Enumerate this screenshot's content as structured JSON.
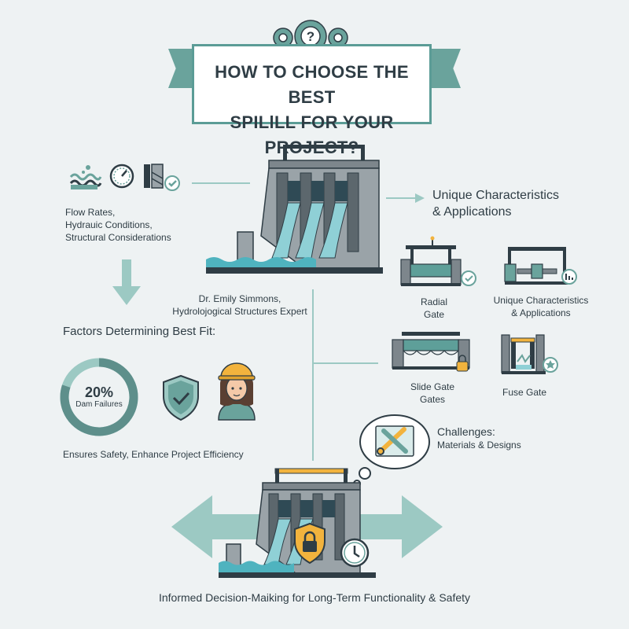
{
  "title": {
    "line1": "HOW TO CHOOSE THE BEST",
    "line2": "SPILlLL FOR YOUR PROJECT?"
  },
  "factors_input": {
    "line1": "Flow Rates,",
    "line2": "Hydrauic Conditions,",
    "line3": "Structural Considerations"
  },
  "expert": {
    "name": "Dr. Emily Simmons,",
    "role": "Hydrolojogical Structures Expert"
  },
  "unique": {
    "line1": "Unique Characteristics",
    "line2": "& Applications"
  },
  "gates": [
    {
      "line1": "Radial",
      "line2": "Gate"
    },
    {
      "line1": "Unique Characteristics",
      "line2": "& Applications"
    },
    {
      "line1": "Slide Gate",
      "line2": "Gates"
    },
    {
      "line1": "Fuse Gate",
      "line2": ""
    }
  ],
  "factors_heading": "Factors Determining Best Fit:",
  "stat": {
    "value": "20%",
    "label": "Dam Failures",
    "fraction": 0.8
  },
  "ensures": "Ensures Safety, Enhance Project Efficiency",
  "challenges": {
    "title": "Challenges:",
    "subtitle": "Materials & Designs"
  },
  "footer": "Informed Decision-Maiking for Long-Term Functionality & Safety",
  "icons": [
    "gear-icon",
    "question-icon",
    "water-wave-icon",
    "gauge-icon",
    "structure-check-icon",
    "shield-check-icon",
    "engineer-avatar-icon",
    "tools-icon",
    "lock-shield-icon",
    "clock-icon"
  ],
  "colors": {
    "teal": "#6aa39c",
    "teal_light": "#9cc9c3",
    "dark": "#2f3d45",
    "gray": "#7d868c",
    "gold": "#f2b33d",
    "water": "#8fd0d6"
  }
}
